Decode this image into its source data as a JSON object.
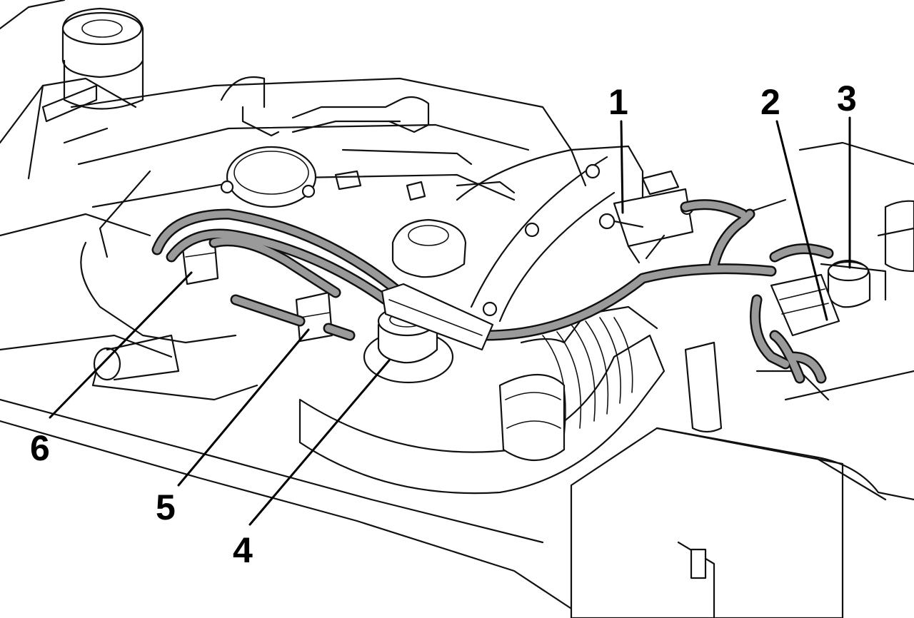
{
  "callouts": [
    {
      "id": "1",
      "label": "1"
    },
    {
      "id": "2",
      "label": "2"
    },
    {
      "id": "3",
      "label": "3"
    },
    {
      "id": "4",
      "label": "4"
    },
    {
      "id": "5",
      "label": "5"
    },
    {
      "id": "6",
      "label": "6"
    }
  ],
  "colors": {
    "ink": "#111111",
    "background": "#ffffff",
    "hose_shade": "#8a8a8a"
  }
}
